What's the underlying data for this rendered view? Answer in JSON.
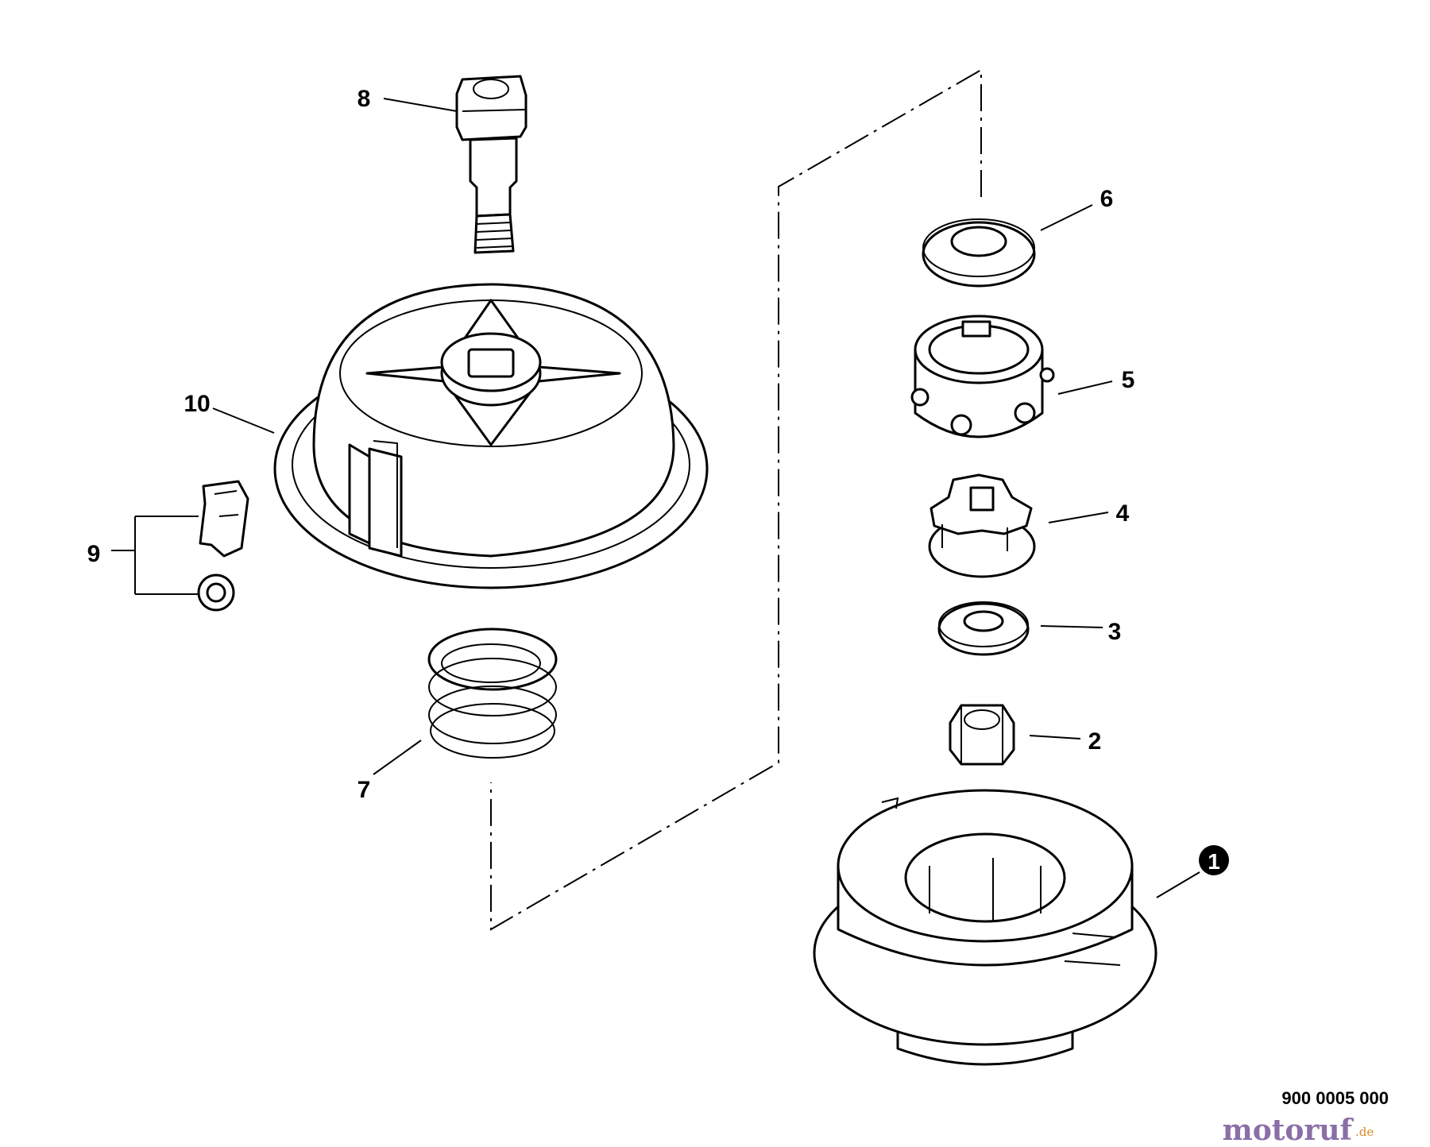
{
  "diagram": {
    "callouts": [
      {
        "id": "1",
        "text": "1",
        "filled": true
      },
      {
        "id": "2",
        "text": "2"
      },
      {
        "id": "3",
        "text": "3"
      },
      {
        "id": "4",
        "text": "4"
      },
      {
        "id": "5",
        "text": "5"
      },
      {
        "id": "6",
        "text": "6"
      },
      {
        "id": "7",
        "text": "7"
      },
      {
        "id": "8",
        "text": "8"
      },
      {
        "id": "9",
        "text": "9"
      },
      {
        "id": "10",
        "text": "10"
      }
    ],
    "drawing_number": "900 0005 000",
    "watermark": {
      "brand": "motoruf",
      "suffix": ".de",
      "color_main": "#8a6fa6",
      "color_accent": "#d98a2b"
    }
  }
}
